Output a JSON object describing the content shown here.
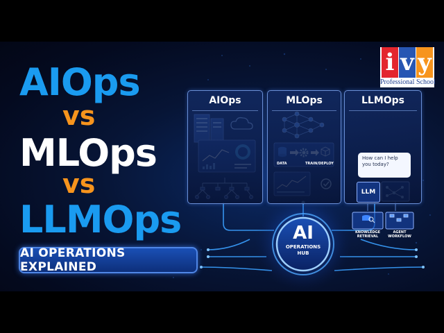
{
  "title": {
    "line1": "AIOps",
    "vs1": "vs",
    "line2": "MLOps",
    "vs2": "vs",
    "line3": "LLMOps"
  },
  "subtitle": "AI OPERATIONS EXPLAINED",
  "logo": {
    "letters": [
      "i",
      "v",
      "y"
    ],
    "letter_colors": [
      "#e3262e",
      "#2756b3",
      "#f7941d"
    ],
    "subtitle": "Professional School"
  },
  "panels": [
    {
      "title": "AIOps"
    },
    {
      "title": "MLOps",
      "labels": {
        "data": "DATA",
        "train_deploy": "TRAIN/DEPLOY"
      }
    },
    {
      "title": "LLMOps",
      "chat": {
        "line1": "How can I help",
        "line2": "you today?"
      },
      "llm_label": "LLM",
      "knowledge": "KNOWLEDGE RETRIEVAL",
      "agent": "AGENT WORKFLOW"
    }
  ],
  "hub": {
    "big": "AI",
    "line1": "OPERATIONS",
    "line2": "HUB"
  },
  "colors": {
    "blue_title": "#1a9bf0",
    "orange_vs": "#f7941d",
    "accent_glow": "#3aa0ff"
  },
  "icons": [
    "cloud-icon",
    "server-icon",
    "chart-icon",
    "network-icon",
    "gear-icon",
    "cube-icon",
    "database-icon",
    "check-icon",
    "chat-icon",
    "workflow-icon"
  ]
}
